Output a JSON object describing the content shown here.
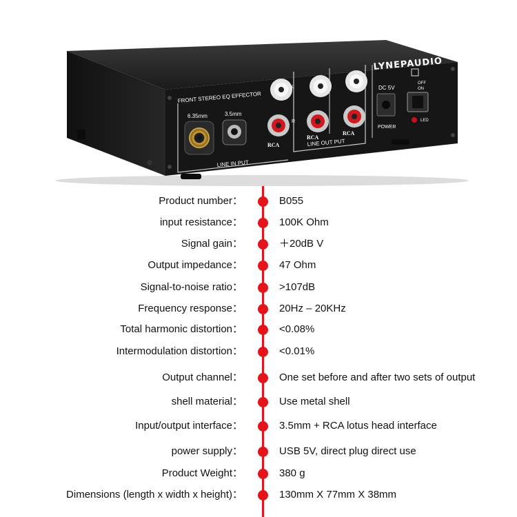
{
  "device": {
    "brand": "LYNEPAUDIO",
    "panel_title": "FRONT STEREO EQ EFFECTOR",
    "label_635": "6.35mm",
    "label_35": "3.5mm",
    "label_rca": "RCA",
    "label_line_in": "LINE IN PUT",
    "label_line_out": "LINE OUT PUT",
    "label_dc": "DC 5V",
    "label_power": "POWER",
    "label_off": "OFF",
    "label_on": "ON",
    "label_led": "LED",
    "label_l": "L",
    "label_r": "R"
  },
  "specs": [
    {
      "label": "Product number：",
      "value": "B055"
    },
    {
      "label": "input resistance：",
      "value": "100K Ohm"
    },
    {
      "label": "Signal gain：",
      "value": "＋20dB V"
    },
    {
      "label": "Output impedance：",
      "value": "47 Ohm"
    },
    {
      "label": "Signal-to-noise ratio：",
      "value": ">107dB"
    },
    {
      "label": "Frequency response：",
      "value": "20Hz – 20KHz"
    },
    {
      "label": "Total harmonic distortion：",
      "value": "<0.08%"
    },
    {
      "label": "Intermodulation distortion：",
      "value": "<0.01%"
    },
    {
      "label": "Output channel：",
      "value": "One set before and after two sets of output"
    },
    {
      "label": "shell material：",
      "value": "Use metal shell"
    },
    {
      "label": "Input/output interface：",
      "value": "3.5mm + RCA lotus head interface"
    },
    {
      "label": "power supply：",
      "value": "USB 5V, direct plug direct use"
    },
    {
      "label": "Product Weight：",
      "value": "380 g"
    },
    {
      "label": "Dimensions (length x width x height)：",
      "value": "130mm X 77mm X 38mm"
    }
  ]
}
